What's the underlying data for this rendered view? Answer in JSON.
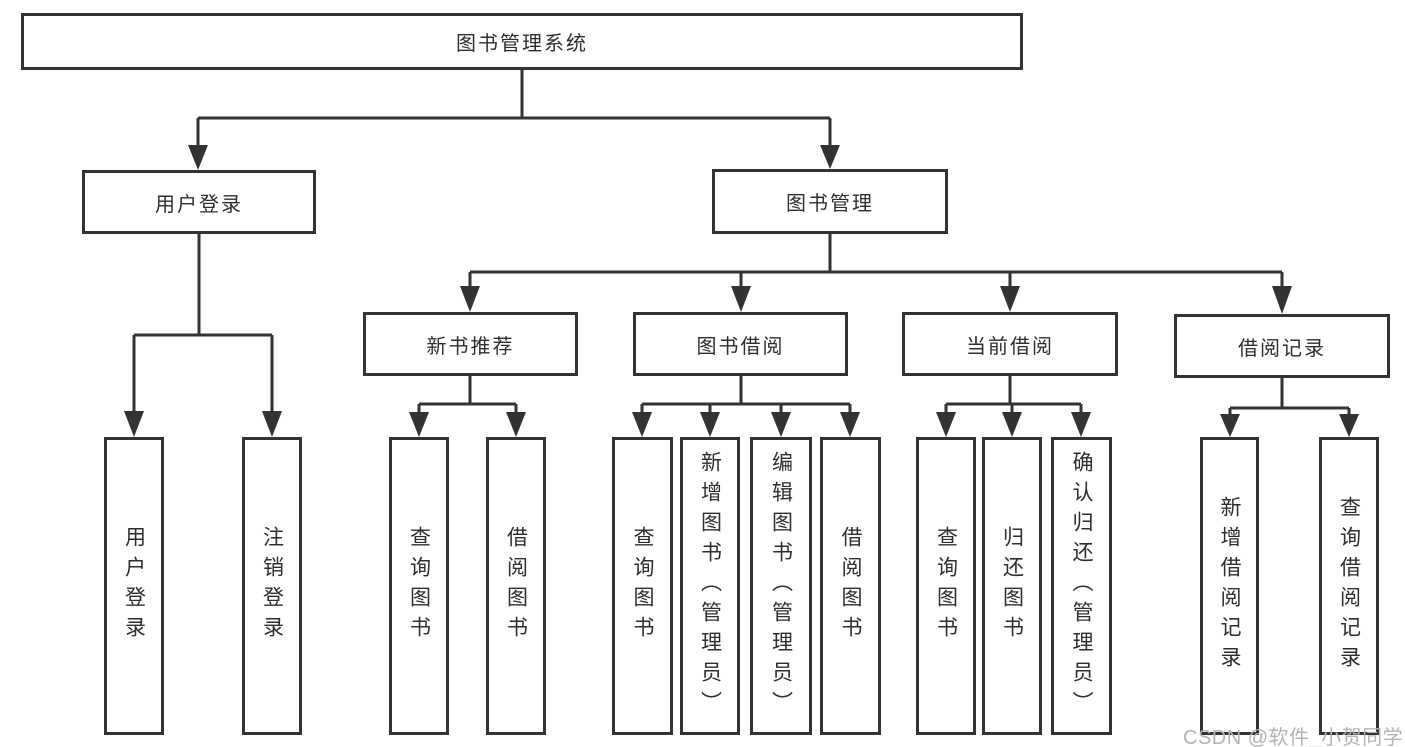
{
  "tree": {
    "root": {
      "label": "图书管理系统"
    },
    "user_login": {
      "label": "用户登录",
      "children": {
        "login": {
          "label": "用户登录"
        },
        "logout": {
          "label": "注销登录"
        }
      }
    },
    "book_mgmt": {
      "label": "图书管理",
      "children": {
        "new_book_rec": {
          "label": "新书推荐",
          "children": {
            "query_books": {
              "label": "查询图书"
            },
            "borrow_books": {
              "label": "借阅图书"
            }
          }
        },
        "book_borrow": {
          "label": "图书借阅",
          "children": {
            "query_books": {
              "label": "查询图书"
            },
            "add_books": {
              "label": "新增图书（管理员）"
            },
            "edit_books": {
              "label": "编辑图书（管理员）"
            },
            "borrow_books": {
              "label": "借阅图书"
            }
          }
        },
        "current_borrow": {
          "label": "当前借阅",
          "children": {
            "query_books": {
              "label": "查询图书"
            },
            "return_books": {
              "label": "归还图书"
            },
            "confirm_return": {
              "label": "确认归还（管理员）"
            }
          }
        },
        "borrow_records": {
          "label": "借阅记录",
          "children": {
            "add_record": {
              "label": "新增借阅记录"
            },
            "query_record": {
              "label": "查询借阅记录"
            }
          }
        }
      }
    }
  },
  "watermark": {
    "text": "CSDN @软件_小贺同学"
  },
  "colors": {
    "line": "#333333",
    "text": "#2e2e2e",
    "watermark": "#b4b4b4",
    "background": "#ffffff"
  }
}
